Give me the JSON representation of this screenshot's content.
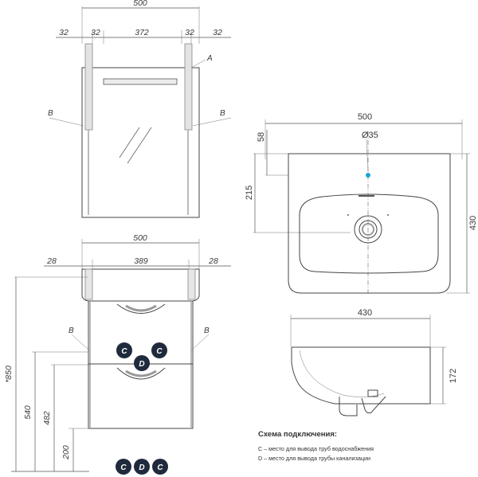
{
  "mirror": {
    "top_total": "500",
    "segments": [
      "32",
      "32",
      "372",
      "32",
      "32"
    ],
    "label_a": "A",
    "label_b_left": "B",
    "label_b_right": "B"
  },
  "cabinet": {
    "top_total": "500",
    "segments": [
      "28",
      "389",
      "28"
    ],
    "label_b_left": "B",
    "label_b_right": "B",
    "height_total": "*850",
    "height_540": "540",
    "height_482": "482",
    "height_200": "200"
  },
  "basin_top": {
    "width": "500",
    "depth_58": "58",
    "depth_215": "215",
    "height_430": "430",
    "diameter": "Ø35"
  },
  "basin_side": {
    "width": "430",
    "height": "172"
  },
  "badges": {
    "c": "C",
    "d": "D"
  },
  "legend": {
    "title": "Схема подключения:",
    "line_c": "C – место для вывода труб водоснабжения",
    "line_d": "D – место для вывода трубы канализации"
  },
  "colors": {
    "badge_fill": "#1f2a3d",
    "marker": "#1aa6d9"
  }
}
